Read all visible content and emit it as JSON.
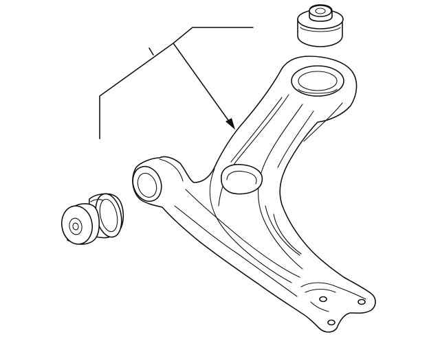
{
  "diagram": {
    "type": "parts-exploded-view",
    "parts": [
      {
        "name": "lower-control-arm"
      },
      {
        "name": "front-bushing"
      },
      {
        "name": "rear-bushing"
      }
    ],
    "leader_lines": 1,
    "colors": {
      "line": "#111111",
      "background": "#ffffff"
    }
  }
}
